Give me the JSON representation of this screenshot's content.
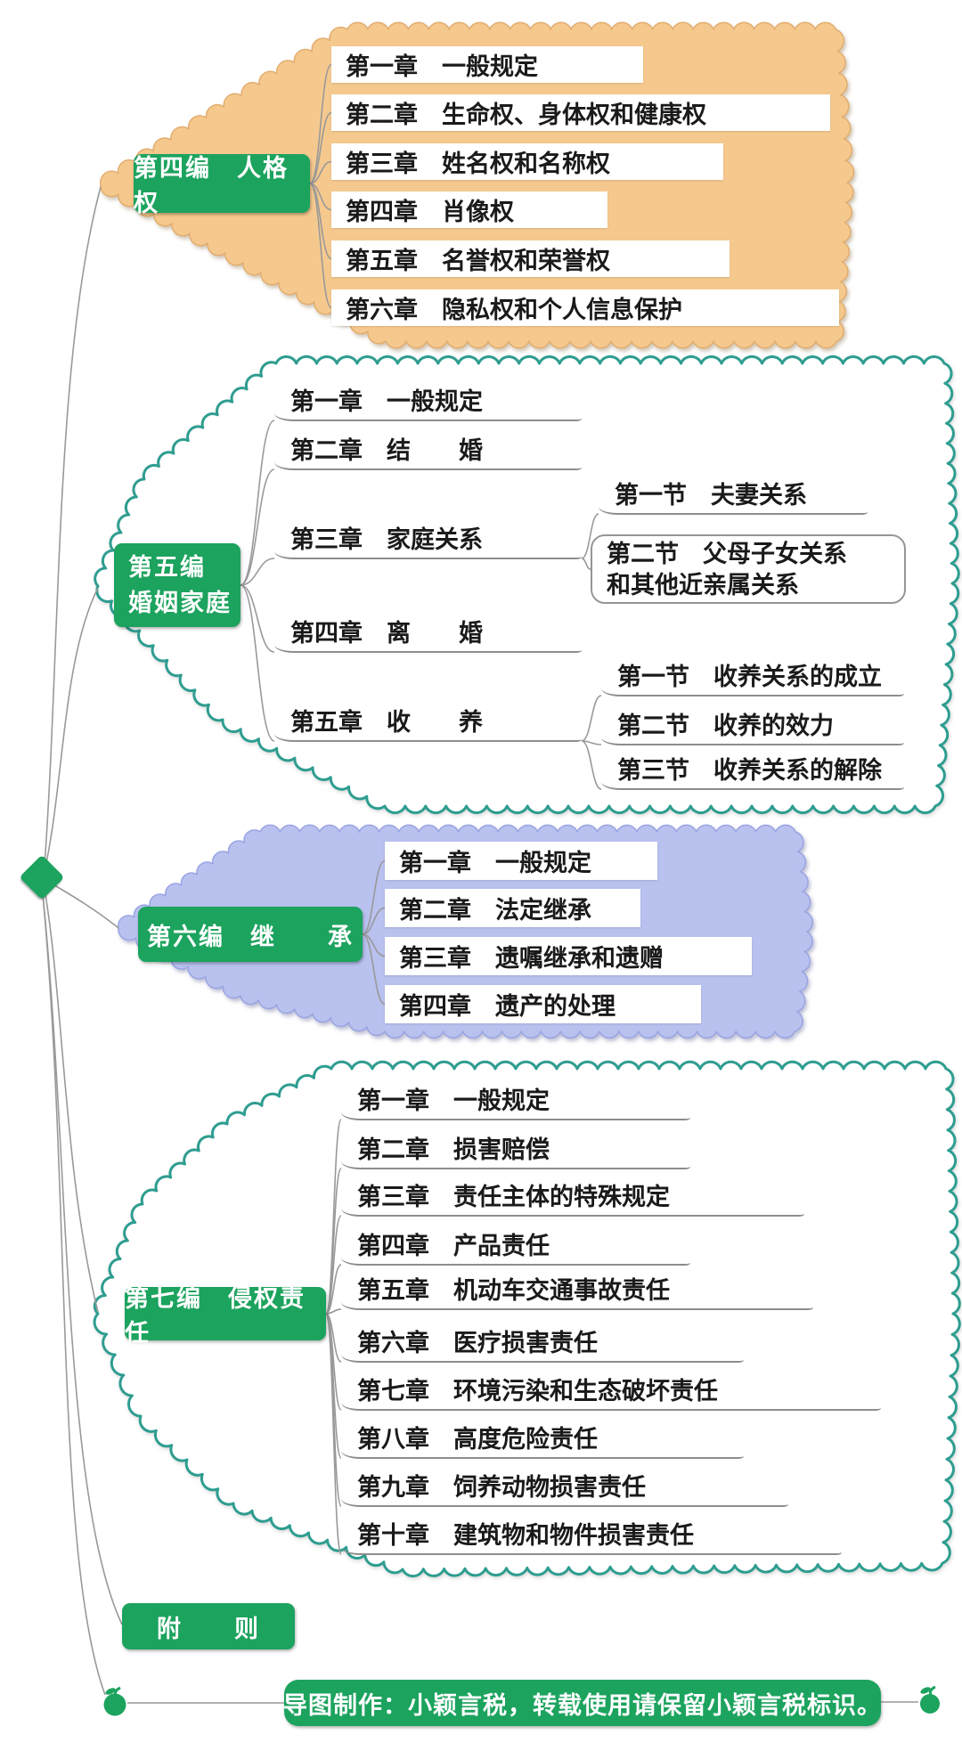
{
  "root": {
    "shape": "diamond-node"
  },
  "branches": [
    {
      "id": "part4",
      "label": "第四编　人格权",
      "chapters": [
        {
          "text": "第一章　一般规定"
        },
        {
          "text": "第二章　生命权、身体权和健康权"
        },
        {
          "text": "第三章　姓名权和名称权"
        },
        {
          "text": "第四章　肖像权"
        },
        {
          "text": "第五章　名誉权和荣誉权"
        },
        {
          "text": "第六章　隐私权和个人信息保护"
        }
      ]
    },
    {
      "id": "part5",
      "label": "第五编\n婚姻家庭",
      "chapters": [
        {
          "text": "第一章　一般规定"
        },
        {
          "text": "第二章　结　　婚"
        },
        {
          "text": "第三章　家庭关系",
          "sections": [
            "第一节　夫妻关系",
            "第二节　父母子女关系\n和其他近亲属关系"
          ]
        },
        {
          "text": "第四章　离　　婚"
        },
        {
          "text": "第五章　收　　养",
          "sections": [
            "第一节　收养关系的成立",
            "第二节　收养的效力",
            "第三节　收养关系的解除"
          ]
        }
      ]
    },
    {
      "id": "part6",
      "label": "第六编　继　　承",
      "chapters": [
        {
          "text": "第一章　一般规定"
        },
        {
          "text": "第二章　法定继承"
        },
        {
          "text": "第三章　遗嘱继承和遗赠"
        },
        {
          "text": "第四章　遗产的处理"
        }
      ]
    },
    {
      "id": "part7",
      "label": "第七编　侵权责任",
      "chapters": [
        {
          "text": "第一章　一般规定"
        },
        {
          "text": "第二章　损害赔偿"
        },
        {
          "text": "第三章　责任主体的特殊规定"
        },
        {
          "text": "第四章　产品责任"
        },
        {
          "text": "第五章　机动车交通事故责任"
        },
        {
          "text": "第六章　医疗损害责任"
        },
        {
          "text": "第七章　环境污染和生态破坏责任"
        },
        {
          "text": "第八章　高度危险责任"
        },
        {
          "text": "第九章　饲养动物损害责任"
        },
        {
          "text": "第十章　建筑物和物件损害责任"
        }
      ]
    }
  ],
  "appendix": {
    "label": "附　　则"
  },
  "footer": {
    "text": "导图制作：小颖言税，转载使用请保留小颖言税标识。",
    "left_icon": "apple-icon",
    "right_icon": "apple-icon"
  },
  "colors": {
    "node_green": "#1ca35e",
    "orange_fill": "#f5c98e",
    "orange_edge": "#e2ad6f",
    "lavender_fill": "#b9c1ef",
    "lavender_edge": "#9aa4e2",
    "teal_edge": "#2e9d90",
    "connector_gray": "#999999",
    "underline_gray": "#8d8d8d",
    "text_dark": "#1a1a1a"
  }
}
